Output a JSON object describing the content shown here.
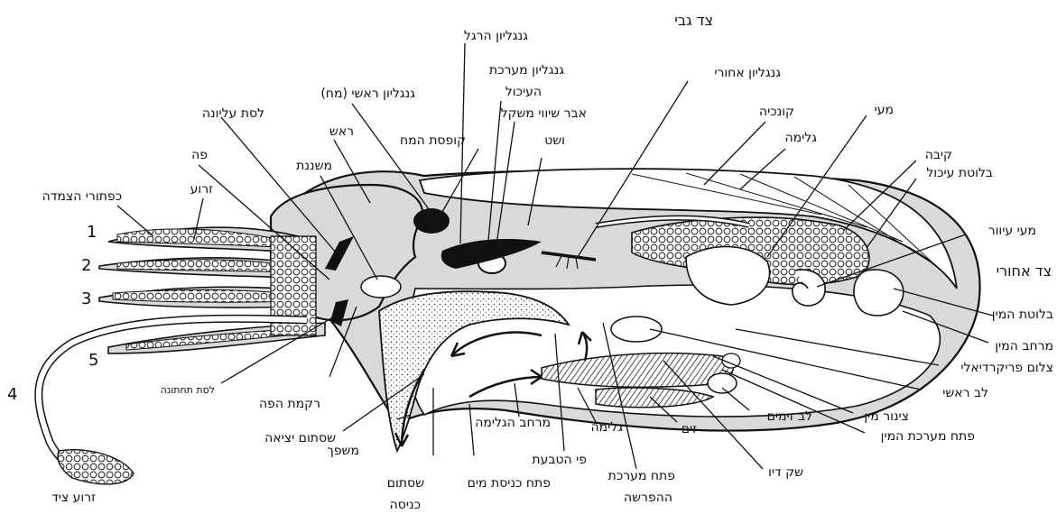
{
  "labels": {
    "dorsal_side": "צד גבי",
    "posterior_side": "צד אחורי",
    "pedal_ganglion": "גנגליון הרגל",
    "visceral_ganglion": "גנגליון מערכת",
    "visceral_ganglion_2": "העיכול",
    "cerebral_ganglion": "גנגליון ראשי (מח)",
    "posterior_ganglion": "גנגליון אחורי",
    "upper_lip": "לסת עליונה",
    "head": "ראש",
    "statocyst": "אבר שיווי משקל",
    "cranium": "קופסת המח",
    "pen": "ושט",
    "mouth": "פה",
    "radula": "משננת",
    "arm": "זרוע",
    "suckers": "כפתורי הצמדה",
    "shell": "קונכיה",
    "mantle_top": "גלימה",
    "intestine": "מעי",
    "stomach": "קיבה",
    "digestive_gland": "בלוטת עיכול",
    "caecum": "מעי עיוור",
    "gonad": "בלוטת המין",
    "gonad_cavity": "מרחב המין",
    "pericardium": "צלום פריקרדיאלי",
    "heart": "לב ראשי",
    "genital_duct": "צינור מין",
    "genital_opening": "פתח מערכת המין",
    "gill_heart": "לב זימים",
    "ink_sac": "שק דיו",
    "gill": "זים",
    "mantle": "גלימה",
    "mantle_cavity": "מרחב הגלימה",
    "anus": "פי הטבעת",
    "excretory_opening": "פתח מערכת",
    "excretory_opening_2": "ההפרשה",
    "water_inlet": "פתח כניסת מים",
    "inlet_valve": "שסתום",
    "inlet_valve_2": "כניסה",
    "funnel": "משפך",
    "outlet_valve": "שסתום יציאה",
    "buccal_mass": "רקמת הפה",
    "lower_lip": "לסת תחתונה",
    "tentacle": "זרוע ציד"
  },
  "arm_numbers": [
    "1",
    "2",
    "3",
    "4",
    "5"
  ]
}
